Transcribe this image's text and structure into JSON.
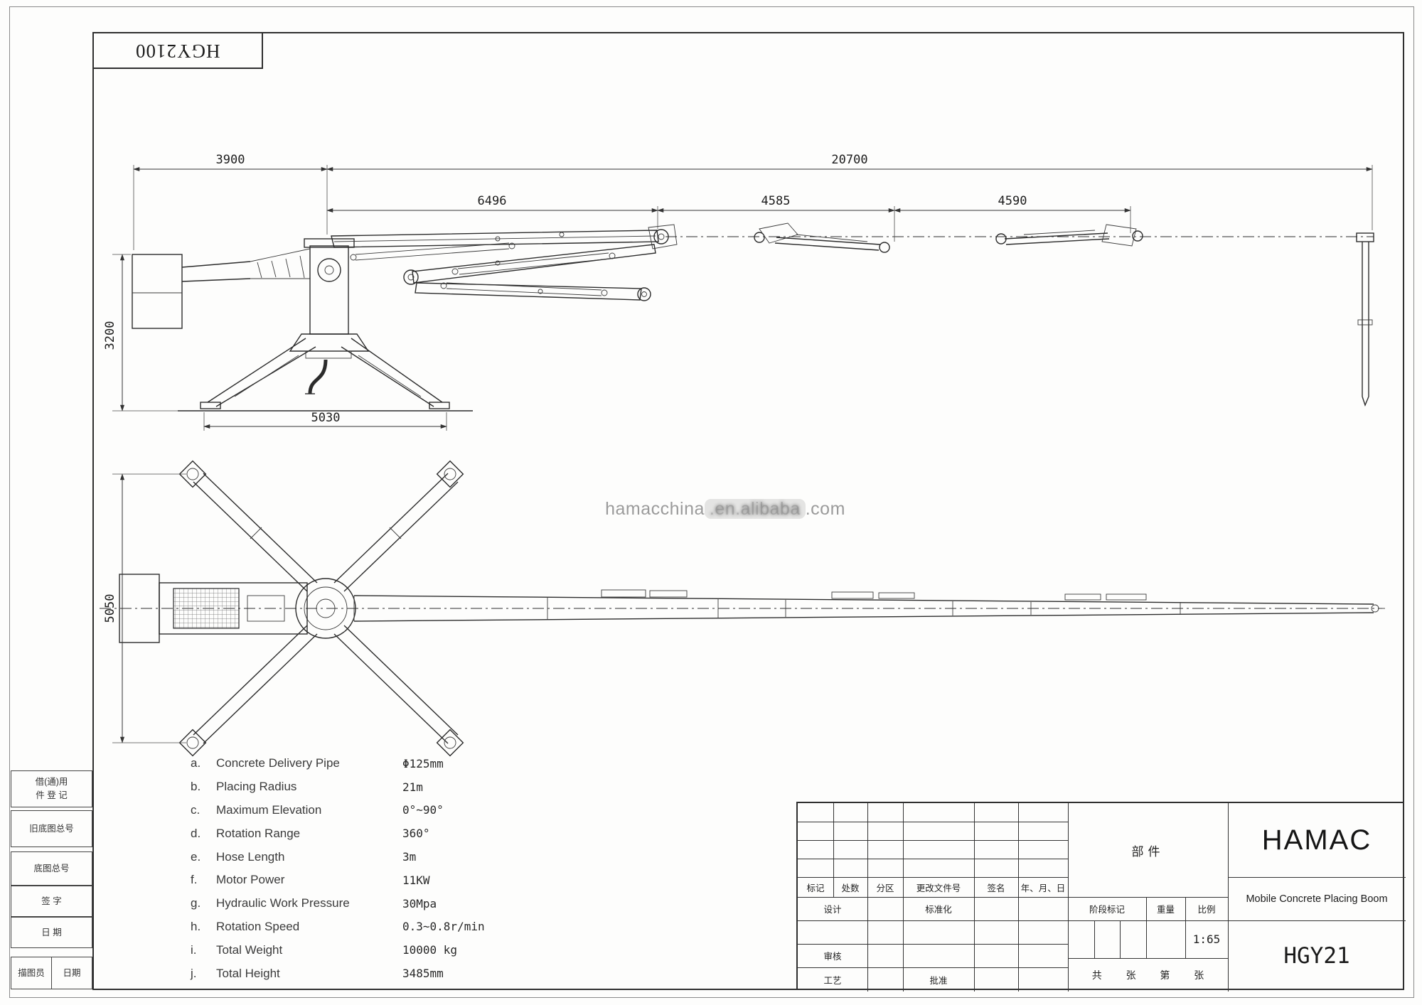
{
  "sheet": {
    "code_box": "HGY2100",
    "watermark": {
      "p1": "hamacchina",
      "p2": ".en.alibaba",
      "p3": ".com"
    }
  },
  "dimensions": {
    "side_view": {
      "rear_offset": "3900",
      "total_reach": "20700",
      "boom_section_1": "6496",
      "boom_section_2": "4585",
      "boom_section_3": "4590",
      "height_to_boom": "3200",
      "outrigger_span": "5030"
    },
    "plan_view": {
      "outrigger_span": "5050"
    }
  },
  "specs": [
    {
      "id": "a.",
      "label": "Concrete Delivery Pipe",
      "value": "Φ125mm"
    },
    {
      "id": "b.",
      "label": "Placing Radius",
      "value": "21m"
    },
    {
      "id": "c.",
      "label": "Maximum Elevation",
      "value": "0°~90°"
    },
    {
      "id": "d.",
      "label": "Rotation Range",
      "value": "360°"
    },
    {
      "id": "e.",
      "label": "Hose Length",
      "value": "3m"
    },
    {
      "id": "f.",
      "label": "Motor Power",
      "value": "11KW"
    },
    {
      "id": "g.",
      "label": "Hydraulic Work Pressure",
      "value": "30Mpa"
    },
    {
      "id": "h.",
      "label": "Rotation Speed",
      "value": "0.3~0.8r/min"
    },
    {
      "id": "i.",
      "label": "Total Weight",
      "value": "10000 kg"
    },
    {
      "id": "j.",
      "label": "Total Height",
      "value": "3485mm"
    }
  ],
  "left_margin": {
    "reuse_line1": "借(通)用",
    "reuse_line2": "件 登 记",
    "old_base_no": "旧底图总号",
    "base_no": "底图总号",
    "sign": "签 字",
    "date": "日 期",
    "tracer": "描图员",
    "tracer_date": "日期"
  },
  "title_block": {
    "rev_cols": [
      "标记",
      "处数",
      "分区",
      "更改文件号",
      "签名",
      "年、月、日"
    ],
    "design": "设计",
    "standardization": "标准化",
    "check": "审核",
    "process": "工艺",
    "approve": "批准",
    "part": "部件",
    "stage_cols": [
      "阶段标记",
      "重量",
      "比例"
    ],
    "scale_value": "1:65",
    "sheet_words": [
      "共",
      "张",
      "第",
      "张"
    ],
    "company": "HAMAC",
    "product": "Mobile Concrete Placing Boom",
    "model": "HGY21"
  }
}
